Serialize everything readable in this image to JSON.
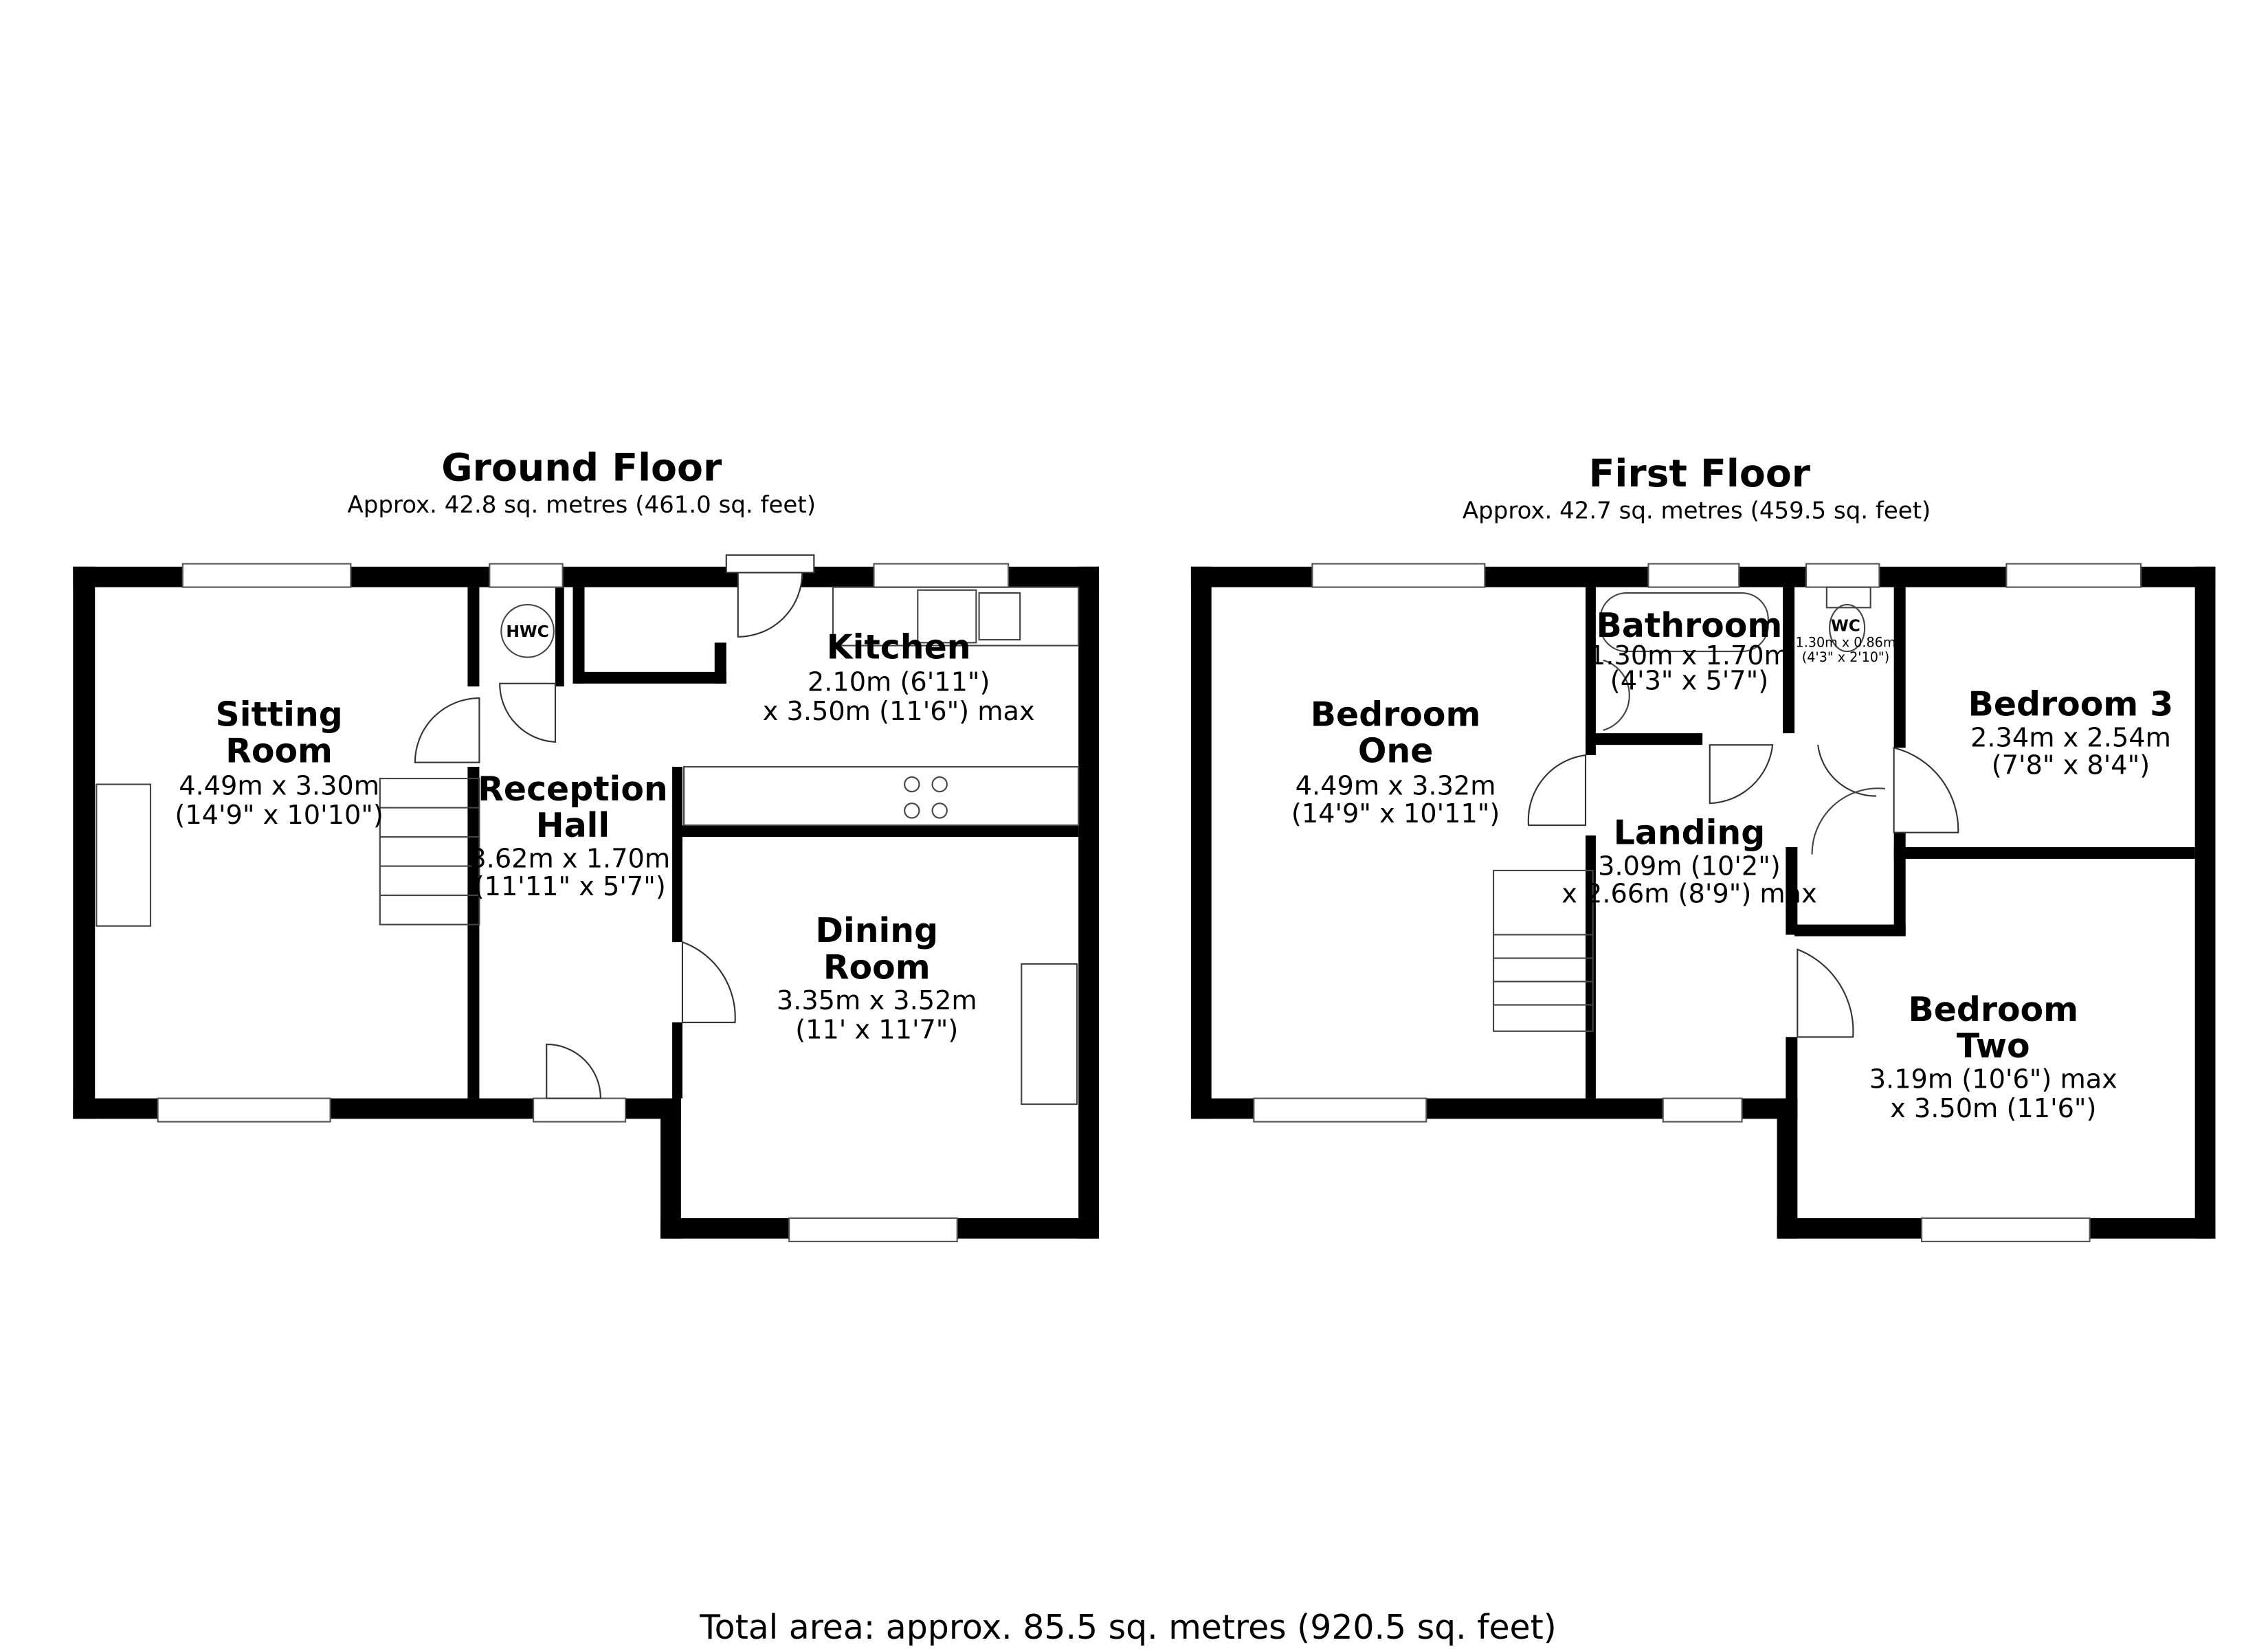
{
  "ground_floor": {
    "title": "Ground Floor",
    "area": "Approx. 42.8 sq. metres (461.0 sq. feet)",
    "rooms": {
      "sitting": {
        "name1": "Sitting",
        "name2": "Room",
        "dim1": "4.49m x 3.30m",
        "dim2": "(14'9\" x 10'10\")"
      },
      "kitchen": {
        "name1": "Kitchen",
        "dim1": "2.10m (6'11\")",
        "dim2": "x 3.50m (11'6\") max"
      },
      "hall": {
        "name1": "Reception",
        "name2": "Hall",
        "dim1": "3.62m x 1.70m",
        "dim2": "(11'11\" x 5'7\")"
      },
      "dining": {
        "name1": "Dining",
        "name2": "Room",
        "dim1": "3.35m x 3.52m",
        "dim2": "(11' x 11'7\")"
      },
      "hwc": "HWC"
    }
  },
  "first_floor": {
    "title": "First Floor",
    "area": "Approx. 42.7 sq. metres (459.5 sq. feet)",
    "rooms": {
      "bed1": {
        "name1": "Bedroom",
        "name2": "One",
        "dim1": "4.49m x 3.32m",
        "dim2": "(14'9\" x 10'11\")"
      },
      "bath": {
        "name1": "Bathroom",
        "dim1": "1.30m x 1.70m",
        "dim2": "(4'3\" x 5'7\")"
      },
      "wc": {
        "name1": "WC",
        "dim1": "1.30m x 0.86m",
        "dim2": "(4'3\" x 2'10\")"
      },
      "bed3": {
        "name1": "Bedroom 3",
        "dim1": "2.34m x 2.54m",
        "dim2": "(7'8\" x 8'4\")"
      },
      "landing": {
        "name1": "Landing",
        "dim1": "3.09m (10'2\")",
        "dim2": "x 2.66m (8'9\") max"
      },
      "bed2": {
        "name1": "Bedroom",
        "name2": "Two",
        "dim1": "3.19m (10'6\") max",
        "dim2": "x 3.50m (11'6\")"
      }
    }
  },
  "total_area": "Total area: approx. 85.5 sq. metres (920.5 sq. feet)"
}
